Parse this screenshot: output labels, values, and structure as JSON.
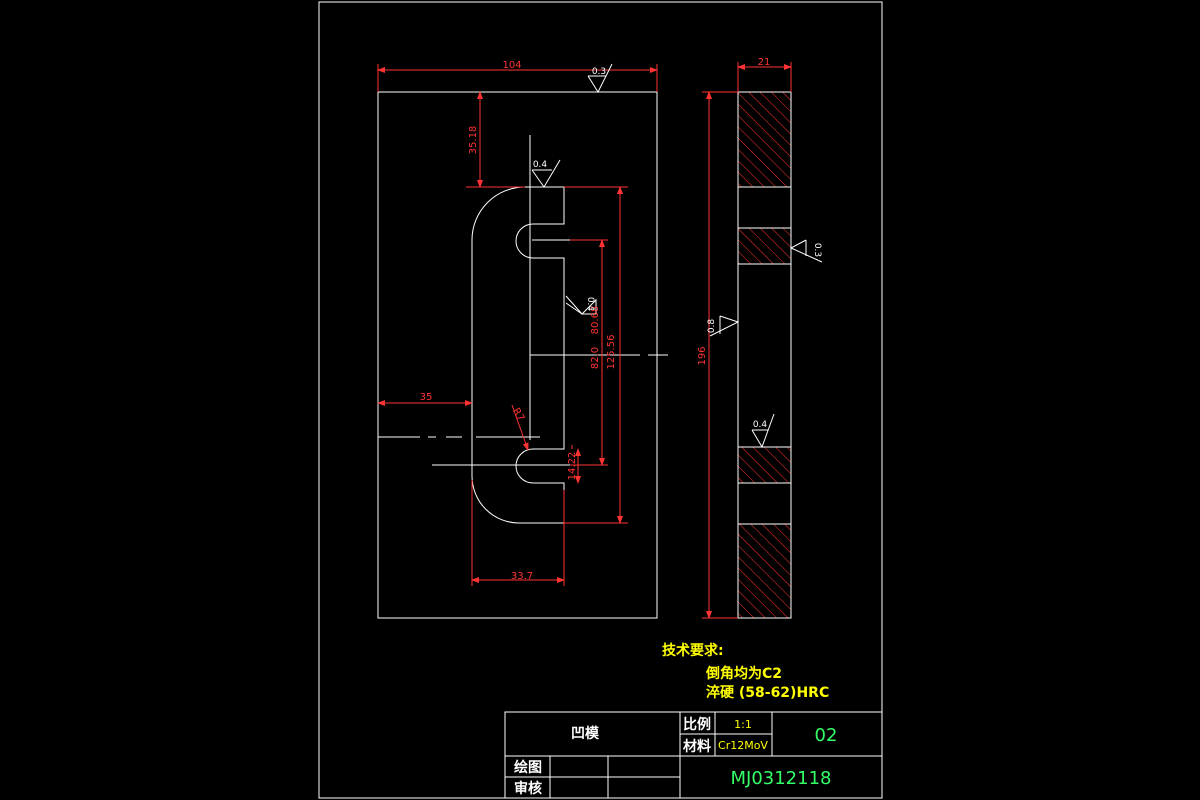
{
  "dimensions": {
    "width_total": "104",
    "height_to_slot": "35.18",
    "left_offset": "35",
    "slot_width": "33.7",
    "slot_length": "125.56",
    "inner_a": "82.0",
    "inner_b": "80.68",
    "slot_radius": "R7",
    "slot_small": "14.22",
    "side_thickness": "21",
    "side_height": "196"
  },
  "roughness": {
    "top": "0.3",
    "slot_top": "0.4",
    "slot_right": "0.4",
    "side_left": "0.8",
    "side_right": "0.3",
    "side_lower": "0.4"
  },
  "tech_requirements": {
    "title": "技术要求:",
    "line1": "倒角均为C2",
    "line2": "淬硬 (58-62)HRC"
  },
  "title_block": {
    "part_name": "凹模",
    "scale_label": "比例",
    "scale_value": "1:1",
    "material_label": "材料",
    "material_value": "Cr12MoV",
    "sheet_no": "02",
    "drawn_label": "绘图",
    "checked_label": "审核",
    "drawing_no": "MJ0312118"
  },
  "colors": {
    "outline": "#ffffff",
    "dimension": "#ff3333",
    "text_yellow": "#ffff00",
    "text_green": "#33ff66",
    "background": "#000000"
  }
}
